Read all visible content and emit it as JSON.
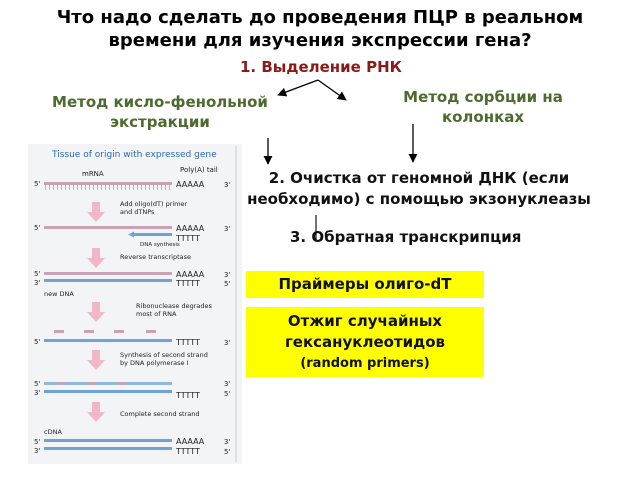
{
  "title": "Что надо сделать до проведения ПЦР в реальном времени для изучения экспрессии гена?",
  "step1": "1. Выделение РНК",
  "method_left": "Метод кисло-фенольной экстракции",
  "method_right": "Метод сорбции на колонках",
  "step2": "2. Очистка от геномной ДНК (если необходимо) с помощью экзонуклеазы",
  "step3": "3. Обратная транскрипция",
  "box1": "Праймеры олиго-dT",
  "box2_main": "Отжиг случайных гексануклеотидов",
  "box2_small": "(random primers)",
  "figure": {
    "heading": "Tissue of origin with expressed gene",
    "polya_tail": "Poly(A) tail",
    "mrna": "mRNA",
    "aaaaa": "AAAAA",
    "ttttt": "TTTTT",
    "five": "5'",
    "three": "3'",
    "add_oligo": "Add oligo(dT) primer",
    "and_dtnps": "and dTNPs",
    "dna_synthesis": "DNA synthesis",
    "reverse_transcriptase": "Reverse transcriptase",
    "new_dna": "new DNA",
    "ribonuclease": "Ribonuclease degrades",
    "most_of_rna": "most of RNA",
    "synthesis_second": "Synthesis of second strand",
    "by_dna_pol": "by DNA polymerase I",
    "complete_second": "Complete second strand",
    "cdna": "cDNA"
  },
  "colors": {
    "step1": "#8a1a1a",
    "method": "#4d6b2f",
    "highlight": "#ffff00",
    "mrna_strand": "#c9a2b4",
    "dna_strand": "#6fa3d6",
    "figure_arrow": "#f2b6c8"
  }
}
